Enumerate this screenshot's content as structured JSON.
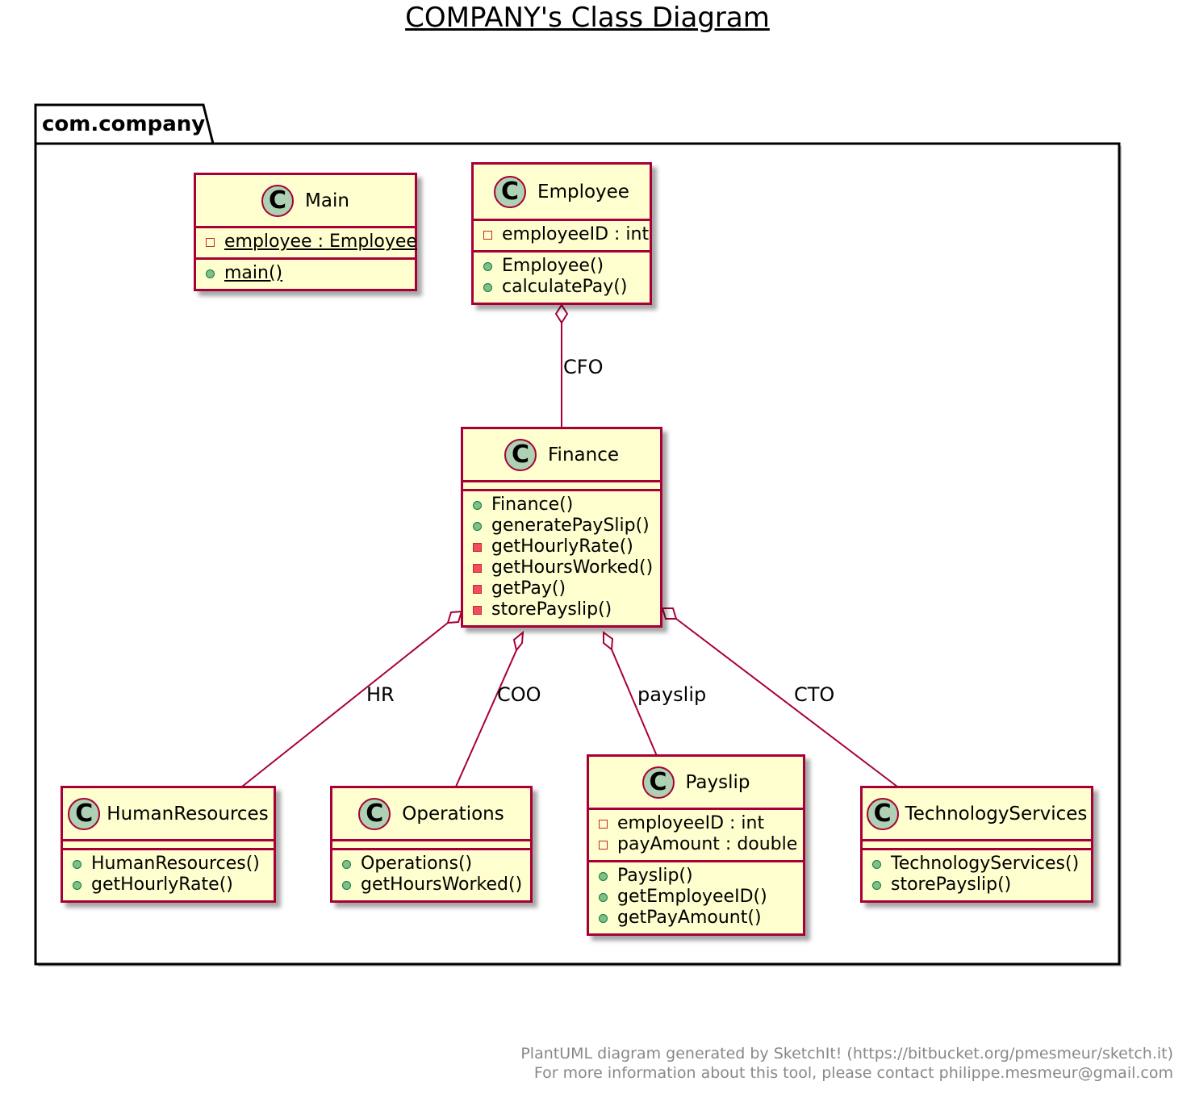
{
  "title": "COMPANY's Class Diagram",
  "package": {
    "name": "com.company"
  },
  "classes": {
    "main": {
      "badge": "C",
      "name": "Main",
      "fields": [
        {
          "text": "employee : Employee",
          "visibility": "private",
          "static": true
        }
      ],
      "methods": [
        {
          "text": "main()",
          "visibility": "public",
          "static": true
        }
      ]
    },
    "employee": {
      "badge": "C",
      "name": "Employee",
      "fields": [
        {
          "text": "employeeID : int",
          "visibility": "private"
        }
      ],
      "methods": [
        {
          "text": "Employee()",
          "visibility": "public"
        },
        {
          "text": "calculatePay()",
          "visibility": "public"
        }
      ]
    },
    "finance": {
      "badge": "C",
      "name": "Finance",
      "fields": [],
      "methods": [
        {
          "text": "Finance()",
          "visibility": "public"
        },
        {
          "text": "generatePaySlip()",
          "visibility": "public"
        },
        {
          "text": "getHourlyRate()",
          "visibility": "private"
        },
        {
          "text": "getHoursWorked()",
          "visibility": "private"
        },
        {
          "text": "getPay()",
          "visibility": "private"
        },
        {
          "text": "storePayslip()",
          "visibility": "private"
        }
      ]
    },
    "humanResources": {
      "badge": "C",
      "name": "HumanResources",
      "fields": [],
      "methods": [
        {
          "text": "HumanResources()",
          "visibility": "public"
        },
        {
          "text": "getHourlyRate()",
          "visibility": "public"
        }
      ]
    },
    "operations": {
      "badge": "C",
      "name": "Operations",
      "fields": [],
      "methods": [
        {
          "text": "Operations()",
          "visibility": "public"
        },
        {
          "text": "getHoursWorked()",
          "visibility": "public"
        }
      ]
    },
    "payslip": {
      "badge": "C",
      "name": "Payslip",
      "fields": [
        {
          "text": "employeeID : int",
          "visibility": "private"
        },
        {
          "text": "payAmount : double",
          "visibility": "private"
        }
      ],
      "methods": [
        {
          "text": "Payslip()",
          "visibility": "public"
        },
        {
          "text": "getEmployeeID()",
          "visibility": "public"
        },
        {
          "text": "getPayAmount()",
          "visibility": "public"
        }
      ]
    },
    "technologyServices": {
      "badge": "C",
      "name": "TechnologyServices",
      "fields": [],
      "methods": [
        {
          "text": "TechnologyServices()",
          "visibility": "public"
        },
        {
          "text": "storePayslip()",
          "visibility": "public"
        }
      ]
    }
  },
  "relations": [
    {
      "from": "Employee",
      "to": "Finance",
      "type": "aggregation",
      "label": "CFO"
    },
    {
      "from": "Finance",
      "to": "HumanResources",
      "type": "aggregation",
      "label": "HR"
    },
    {
      "from": "Finance",
      "to": "Operations",
      "type": "aggregation",
      "label": "COO"
    },
    {
      "from": "Finance",
      "to": "Payslip",
      "type": "aggregation",
      "label": "payslip"
    },
    {
      "from": "Finance",
      "to": "TechnologyServices",
      "type": "aggregation",
      "label": "CTO"
    }
  ],
  "footer": {
    "line1": "PlantUML diagram generated by SketchIt! (https://bitbucket.org/pmesmeur/sketch.it)",
    "line2": "For more information about this tool, please contact philippe.mesmeur@gmail.com"
  },
  "colors": {
    "class_fill": "#fefece",
    "border": "#a80036",
    "badge_fill": "#add1b2",
    "public_marker": "#84be84",
    "private_marker": "#f24d5c",
    "footer_text": "#888888"
  }
}
